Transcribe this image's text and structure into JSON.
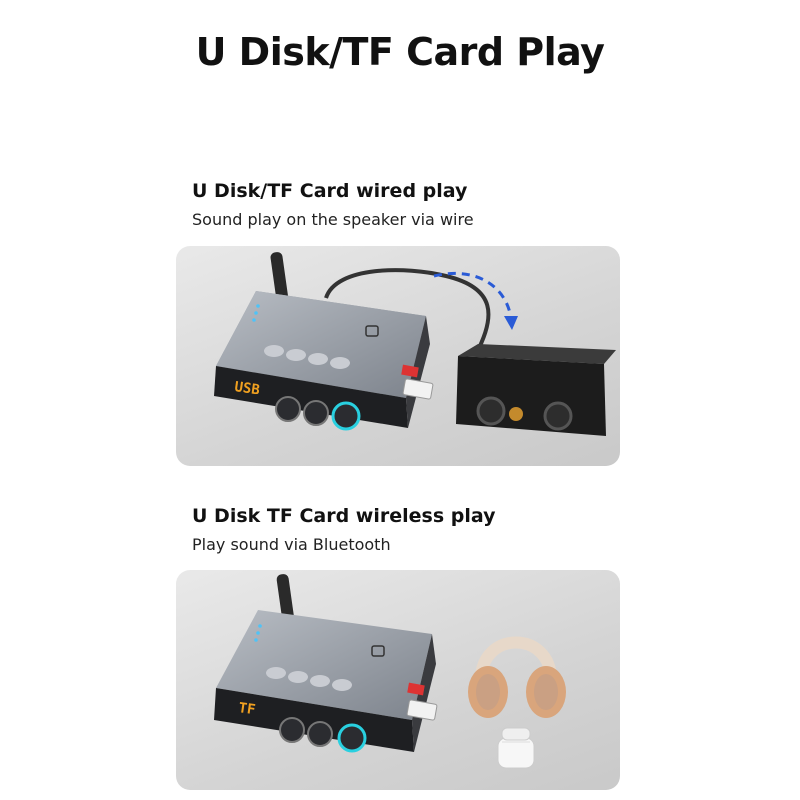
{
  "page": {
    "title": "U Disk/TF Card Play"
  },
  "sections": [
    {
      "heading": "U Disk/TF Card wired play",
      "subheading": "Sound play on the speaker via wire",
      "device_display": "USB"
    },
    {
      "heading": "U Disk TF Card wireless play",
      "subheading": "Play sound via Bluetooth",
      "device_display": "TF"
    }
  ],
  "colors": {
    "arrow": "#2a5bd6",
    "lcd_text": "#f0a020",
    "knob_ring": "#29d0e0"
  },
  "icons": {
    "nfc": "nfc-icon",
    "antenna": "antenna-icon",
    "speaker": "speaker-icon",
    "headphones": "headphones-icon",
    "earbuds": "earbuds-case-icon"
  }
}
